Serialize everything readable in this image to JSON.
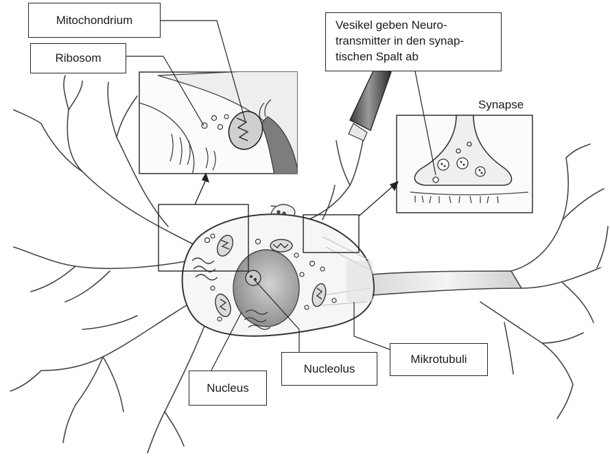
{
  "labels": {
    "mitochondrium": "Mitochondrium",
    "ribosom": "Ribosom",
    "nucleus": "Nucleus",
    "nucleolus": "Nucleolus",
    "mikrotubuli": "Mikrotubuli",
    "synapse": "Synapse",
    "vesikel_lines": [
      "Vesikel geben Neuro-",
      "transmitter in den synap-",
      "tischen Spalt ab"
    ]
  },
  "colors": {
    "outline": "#333333",
    "nucleus_fill": "#a9a9a9",
    "shading": "#cfcfcf",
    "box_border": "#222222"
  }
}
